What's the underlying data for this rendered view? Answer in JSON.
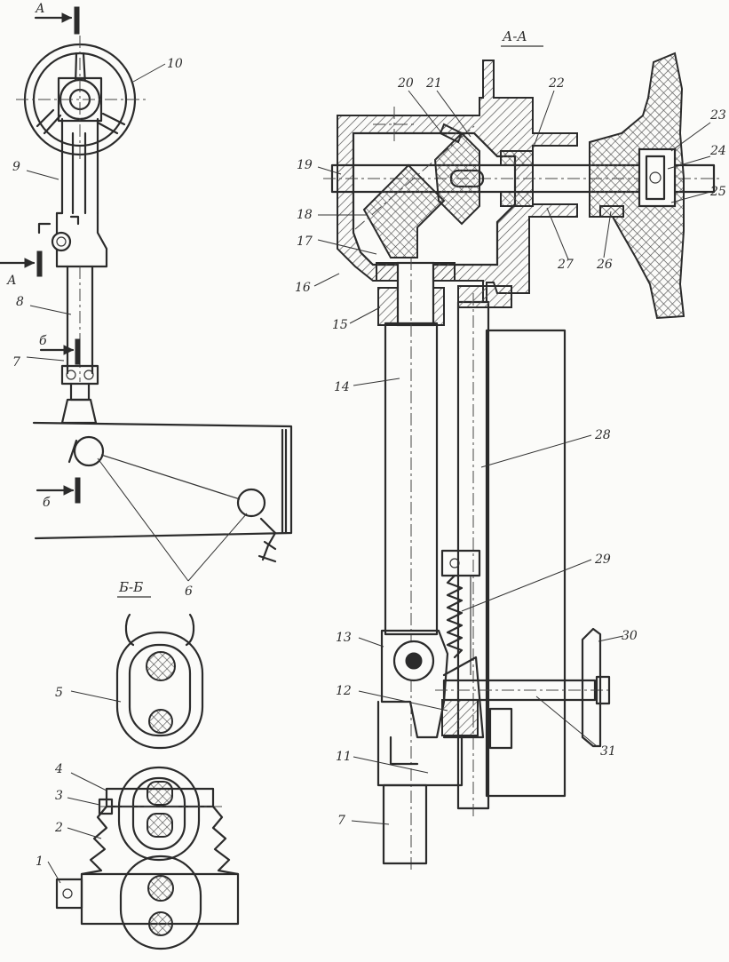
{
  "views": {
    "section_aa_title": "А-А",
    "section_bb_title": "Б-Б",
    "cut_marks": [
      "А",
      "А",
      "б",
      "б"
    ]
  },
  "callouts": {
    "c1": "1",
    "c2": "2",
    "c3": "3",
    "c4": "4",
    "c5": "5",
    "c6": "6",
    "c7": "7",
    "c7b": "7",
    "c8": "8",
    "c9": "9",
    "c10": "10",
    "c11": "11",
    "c12": "12",
    "c13": "13",
    "c14": "14",
    "c15": "15",
    "c16": "16",
    "c17": "17",
    "c18": "18",
    "c19": "19",
    "c20": "20",
    "c21": "21",
    "c22": "22",
    "c23": "23",
    "c24": "24",
    "c25": "25",
    "c26": "26",
    "c27": "27",
    "c28": "28",
    "c29": "29",
    "c30": "30",
    "c31": "31"
  }
}
